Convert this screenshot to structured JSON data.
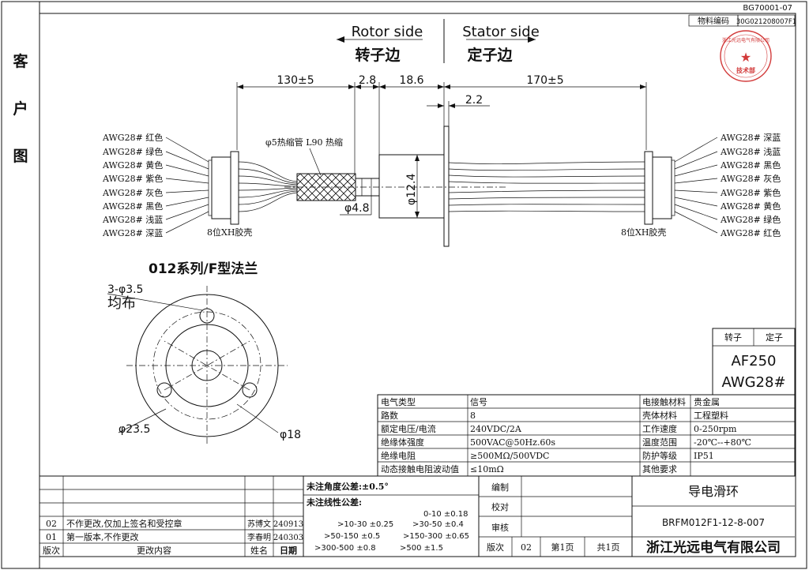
{
  "header": {
    "doc_number": "BG70001-07",
    "material_code_label": "物料编码",
    "material_code_value": "30G021208007F1"
  },
  "side_title": [
    "客",
    "户",
    "图"
  ],
  "stamp": {
    "dept": "技术部",
    "text": "浙江光远电气有限公司"
  },
  "drawing": {
    "rotor_side_en": "Rotor side",
    "rotor_side_cn": "转子边",
    "stator_side_en": "Stator side",
    "stator_side_cn": "定子边",
    "dims": {
      "left_len": "130±5",
      "gap": "2.8",
      "body_len": "18.6",
      "right_len": "170±5",
      "flange_thk": "2.2",
      "body_dia": "φ12.4",
      "shaft_dia": "φ4.8"
    },
    "sleeve_note": "φ5热缩管 L90 热缩",
    "connector_left": "8位XH胶壳",
    "connector_right": "8位XH胶壳",
    "wires_left": [
      "AWG28# 红色",
      "AWG28# 绿色",
      "AWG28# 黄色",
      "AWG28# 紫色",
      "AWG28# 灰色",
      "AWG28# 黑色",
      "AWG28# 浅蓝",
      "AWG28# 深蓝"
    ],
    "wires_right": [
      "AWG28# 深蓝",
      "AWG28# 浅蓝",
      "AWG28# 黑色",
      "AWG28# 灰色",
      "AWG28# 紫色",
      "AWG28# 黄色",
      "AWG28# 绿色",
      "AWG28# 红色"
    ]
  },
  "flange": {
    "title": "012系列/F型法兰",
    "holes": "3-φ3.5",
    "holes_note": "均布",
    "outer_dia": "φ23.5",
    "inner_dia": "φ18"
  },
  "wire_box": {
    "rotor": "转子",
    "stator": "定子",
    "line1": "AF250",
    "line2": "AWG28#"
  },
  "spec_rows": [
    [
      "电气类型",
      "信号",
      "电接触材料",
      "贵金属"
    ],
    [
      "路数",
      "8",
      "壳体材料",
      "工程塑料"
    ],
    [
      "额定电压/电流",
      "240VDC/2A",
      "工作速度",
      "0-250rpm"
    ],
    [
      "绝缘体强度",
      "500VAC@50Hz.60s",
      "温度范围",
      "-20℃--+80℃"
    ],
    [
      "绝缘电阻",
      "≥500MΩ/500VDC",
      "防护等级",
      "IP51"
    ],
    [
      "动态接触电阻波动值",
      "≤10mΩ",
      "其他要求",
      ""
    ]
  ],
  "tolerance": {
    "angle": "未注角度公差:±0.5°",
    "linear_title": "未注线性公差:",
    "items": [
      "0-10 ±0.18",
      ">10-30 ±0.25",
      ">30-50 ±0.4",
      ">50-150 ±0.5",
      ">150-300 ±0.65",
      ">300-500 ±0.8",
      ">500 ±1.5"
    ]
  },
  "revisions": {
    "rows": [
      [
        "02",
        "不作更改,仅加上签名和受控章",
        "苏博文",
        "240913"
      ],
      [
        "01",
        "第一版本,不作更改",
        "李春明",
        "240303"
      ]
    ],
    "headers": [
      "版次",
      "更改内容",
      "姓名",
      "日期"
    ]
  },
  "approval": {
    "edit": "编制",
    "check": "校对",
    "review": "审核",
    "version_label": "版次",
    "version_value": "02",
    "page": "第1页",
    "total": "共1页"
  },
  "title_block": {
    "product": "导电滑环",
    "model": "BRFM012F1-12-8-007",
    "company": "浙江光远电气有限公司"
  }
}
